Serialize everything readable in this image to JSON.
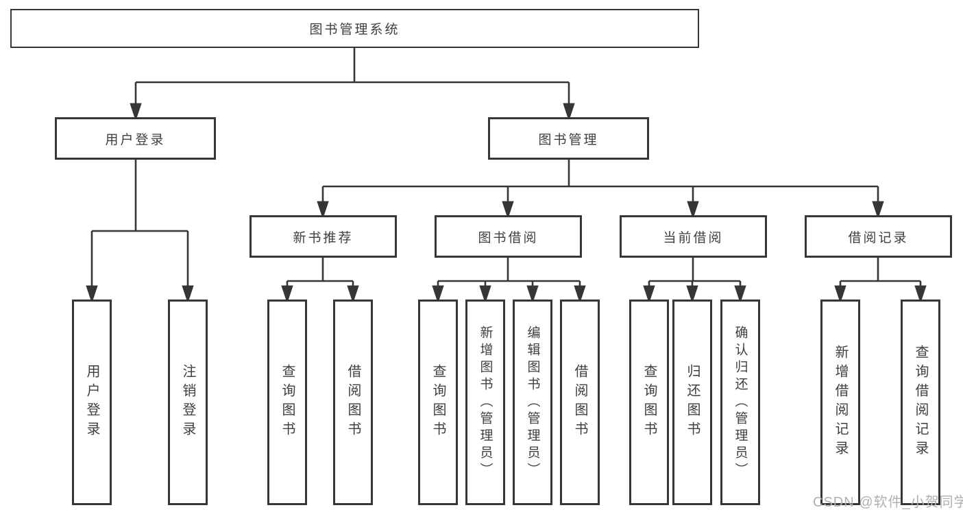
{
  "title": "图书管理系统",
  "level2": {
    "user_login": "用户登录",
    "book_mgmt": "图书管理"
  },
  "level3": {
    "new_books": "新书推荐",
    "book_borrow": "图书借阅",
    "current_borrow": "当前借阅",
    "borrow_record": "借阅记录"
  },
  "leaves": {
    "user_login": [
      "用户登录",
      "注销登录"
    ],
    "new_books": [
      "查询图书",
      "借阅图书"
    ],
    "book_borrow": [
      "查询图书",
      "新增图书（管理员）",
      "编辑图书（管理员）",
      "借阅图书"
    ],
    "current_borrow": [
      "查询图书",
      "归还图书",
      "确认归还（管理员）"
    ],
    "borrow_record": [
      "新增借阅记录",
      "查询借阅记录"
    ]
  },
  "watermark": "CSDN @软件_小贺同学",
  "colors": {
    "line": "#363636",
    "text": "#3f3f3f",
    "watermark": "#b0b0b0",
    "background": "#ffffff"
  }
}
